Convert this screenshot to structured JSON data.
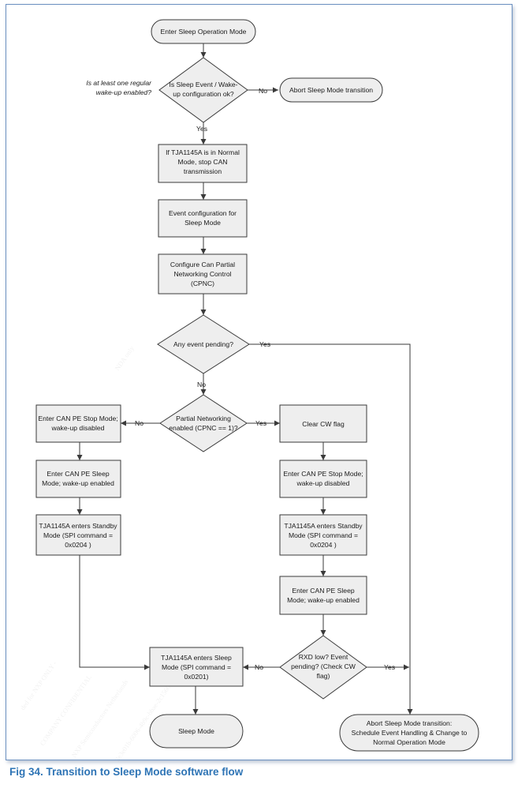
{
  "caption": "Fig 34.   Transition to Sleep Mode software flow",
  "start": "Enter Sleep Operation Mode",
  "d1": {
    "lines": [
      "Is Sleep Event / Wake-",
      "up configuration ok?"
    ]
  },
  "d1_note": [
    "Is at least one regular",
    "wake-up enabled?"
  ],
  "abort1": "Abort Sleep Mode transition",
  "p1": [
    "If TJA1145A is in Normal",
    "Mode, stop CAN",
    "transmission"
  ],
  "p2": [
    "Event configuration for",
    "Sleep Mode"
  ],
  "p3": [
    "Configure Can Partial",
    "Networking Control",
    "(CPNC)"
  ],
  "d2": [
    "Any event pending?"
  ],
  "d3": [
    "Partial Networking",
    "enabled (CPNC == 1)?"
  ],
  "l1": [
    "Enter CAN PE Stop Mode;",
    "wake-up disabled"
  ],
  "l2": [
    "Enter CAN PE Sleep",
    "Mode; wake-up enabled"
  ],
  "l3": [
    "TJA1145A enters Standby",
    "Mode (SPI command =",
    "0x0204 )"
  ],
  "r1": [
    "Clear CW flag"
  ],
  "r2": [
    "Enter CAN PE Stop Mode;",
    "wake-up disabled"
  ],
  "r3": [
    "TJA1145A enters Standby",
    "Mode (SPI command =",
    "0x0204 )"
  ],
  "r4": [
    "Enter CAN PE Sleep",
    "Mode; wake-up enabled"
  ],
  "d4": [
    "RXD low? Event",
    "pending? (Check CW",
    "flag)"
  ],
  "sleep_cmd": [
    "TJA1145A enters Sleep",
    "Mode (SPI command =",
    "0x0201)"
  ],
  "sleep_mode": "Sleep Mode",
  "abort2": [
    "Abort Sleep Mode transition:",
    "Schedule Event Handling & Change to",
    "Normal Operation Mode"
  ],
  "labels": {
    "yes": "Yes",
    "no": "No"
  },
  "watermark": [
    "ded for NXP ONLY -",
    "COMPANY CONFIDENTIAL",
    "NXP Semiconductors Netherlands",
    "3e3e01b-6006-4b9c-bbae-2c1560d73abd",
    "NDA only"
  ],
  "colors": {
    "box_fill": "#eeeeee",
    "stroke": "#3a3a3a",
    "caption": "#2e74b5",
    "frame": "#6a8fbf"
  }
}
